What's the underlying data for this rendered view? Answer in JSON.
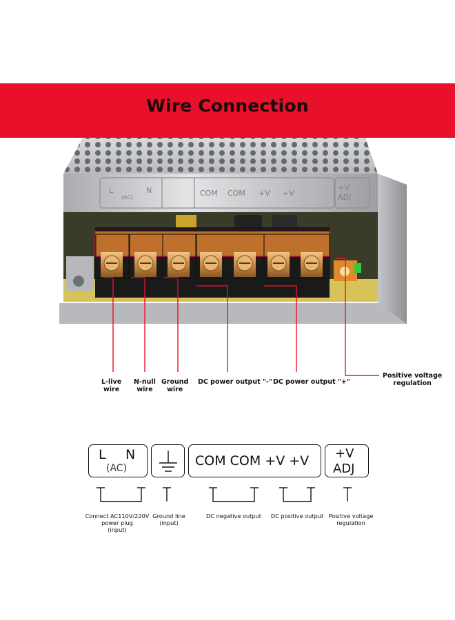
{
  "banner": {
    "title": "Wire Connection",
    "color": "#e8102b"
  },
  "photo_labels": {
    "casing_markings": [
      "L",
      "(AC)",
      "N",
      "COM",
      "COM",
      "+V",
      "+V",
      "+V",
      "ADJ"
    ],
    "callouts": [
      {
        "line1": "L-live",
        "line2": "wire"
      },
      {
        "line1": "N-null",
        "line2": "wire"
      },
      {
        "line1": "Ground",
        "line2": "wire"
      },
      {
        "line1": "DC power output \"-\"",
        "line2": ""
      },
      {
        "line1": "DC power output \"+\"",
        "line2": ""
      },
      {
        "line1": "Positive voltage",
        "line2": "regulation"
      }
    ],
    "callout_line_color": "#e8102b"
  },
  "schematic": {
    "boxes": {
      "ac": {
        "l": "L",
        "n": "N",
        "ac": "(AC)"
      },
      "dc": {
        "text": "COM COM +V +V"
      },
      "adj": {
        "top": "+V",
        "bottom": "ADJ"
      }
    },
    "labels": [
      {
        "lines": [
          "Connect AC110V/220V",
          "power plug",
          "(input)"
        ]
      },
      {
        "lines": [
          "Ground line",
          "(input)"
        ]
      },
      {
        "lines": [
          "DC negative output"
        ]
      },
      {
        "lines": [
          "DC positive output"
        ]
      },
      {
        "lines": [
          "Positive voltage",
          "regulation"
        ]
      }
    ]
  }
}
